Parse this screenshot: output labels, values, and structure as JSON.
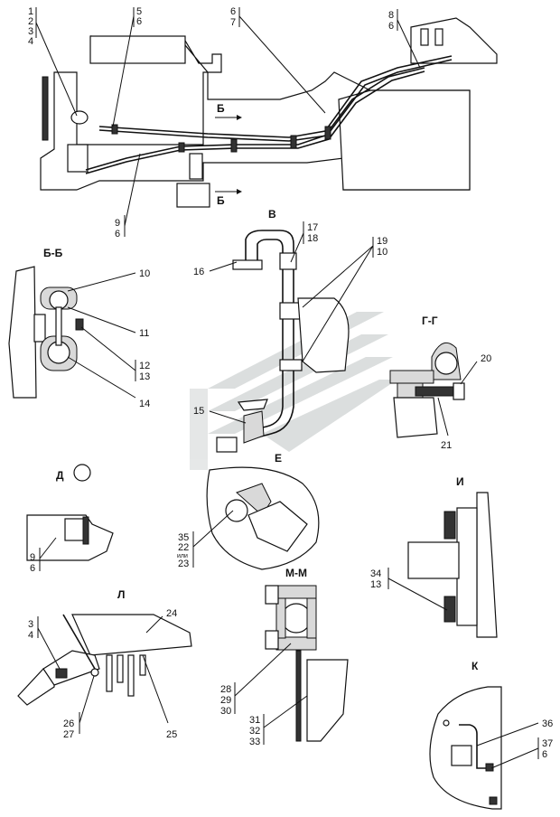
{
  "view_labels": {
    "bb": "Б-Б",
    "v": "В",
    "gg": "Г-Г",
    "d": "Д",
    "e": "Е",
    "i": "И",
    "l": "Л",
    "mm": "М-М",
    "k": "К",
    "b_arrow_top": "Б",
    "b_arrow_bottom": "Б"
  },
  "callouts": {
    "c_1_4": [
      "1",
      "2",
      "3",
      "4"
    ],
    "c_5_6": [
      "5",
      "6"
    ],
    "c_6_7": [
      "6",
      "7"
    ],
    "c_8_6": [
      "8",
      "6"
    ],
    "c_9_6_top": [
      "9",
      "6"
    ],
    "c_10": "10",
    "c_11": "11",
    "c_12_13": [
      "12",
      "13"
    ],
    "c_14": "14",
    "c_16": "16",
    "c_17_18": [
      "17",
      "18"
    ],
    "c_19_10": [
      "19",
      "10"
    ],
    "c_15": "15",
    "c_20": "20",
    "c_21": "21",
    "c_9_6_d": [
      "9",
      "6"
    ],
    "c_35_23": [
      "35",
      "22",
      "или",
      "23"
    ],
    "c_34_13": [
      "34",
      "13"
    ],
    "c_3_4": [
      "3",
      "4"
    ],
    "c_24": "24",
    "c_26_27": [
      "26",
      "27"
    ],
    "c_25": "25",
    "c_28_30": [
      "28",
      "29",
      "30"
    ],
    "c_31_33": [
      "31",
      "32",
      "33"
    ],
    "c_36": "36",
    "c_37_6": [
      "37",
      "6"
    ]
  }
}
